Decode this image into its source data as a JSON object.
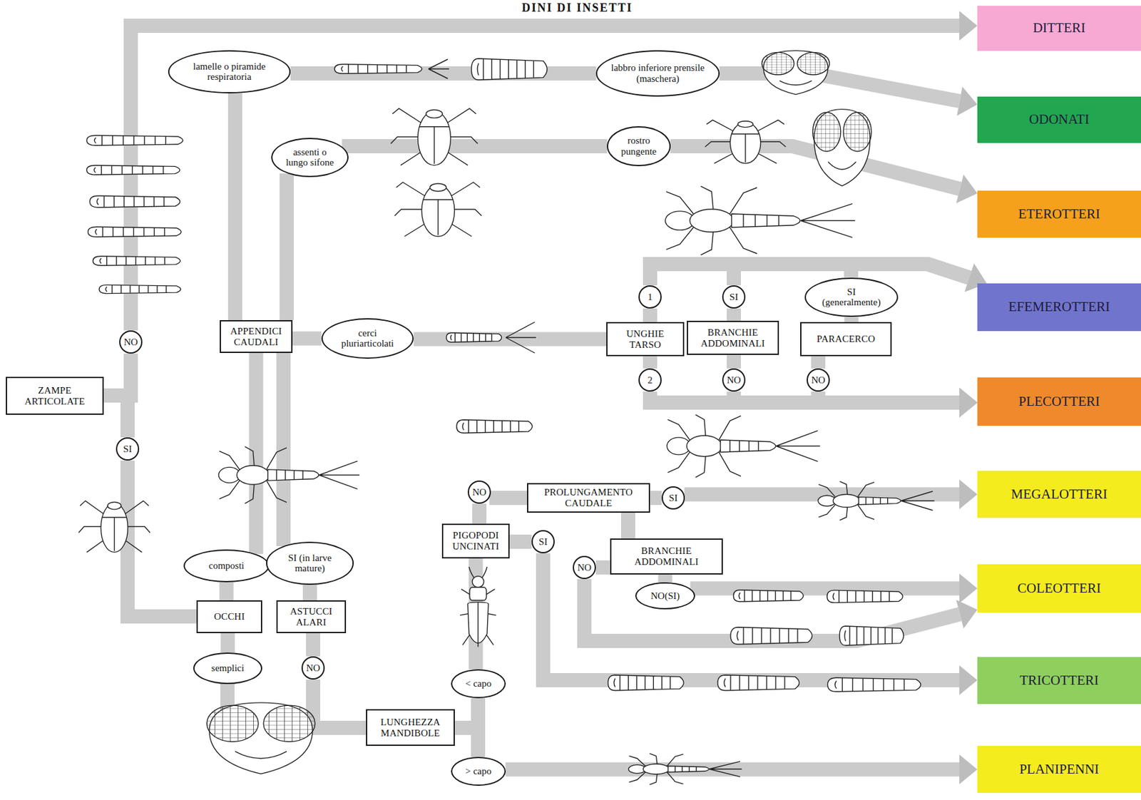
{
  "diagram": {
    "nodes": [
      {
        "text": [
          "lamelle o piramide respiratoria"
        ]
      },
      {
        "text": [
          "labbro inferiore prensile (maschera)"
        ]
      },
      {
        "text": [
          "DITTERI"
        ]
      },
      {
        "text": [
          "ODONATI"
        ]
      },
      {
        "text": [
          "rostro pungente"
        ]
      },
      {
        "text": [
          "assenti o lungo sifone"
        ]
      },
      {
        "text": [
          "ETEROTTERI"
        ]
      },
      {
        "text": [
          "SI (generalmente)"
        ]
      },
      {
        "text": [
          "1"
        ]
      },
      {
        "text": [
          "SI"
        ]
      },
      {
        "text": [
          "EFEMEROTTERI"
        ]
      },
      {
        "text": [
          "APPENDICI CAUDALI"
        ]
      },
      {
        "text": [
          "cerci pluriarticolati"
        ]
      },
      {
        "text": [
          "UNGHIE TARSO"
        ]
      },
      {
        "text": [
          "BRANCHIE ADDOMINALI"
        ]
      },
      {
        "text": [
          "PARACERCO"
        ]
      },
      {
        "text": [
          "NO"
        ]
      },
      {
        "text": [
          "2"
        ]
      },
      {
        "text": [
          "NO"
        ]
      },
      {
        "text": [
          "NO"
        ]
      },
      {
        "text": [
          "ZAMPE ARTICOLATE"
        ]
      },
      {
        "text": [
          "PLECOTTERI"
        ]
      },
      {
        "text": [
          "SI"
        ]
      },
      {
        "text": [
          "NO"
        ]
      },
      {
        "text": [
          "PROLUNGAMENTO CAUDALE"
        ]
      },
      {
        "text": [
          "SI"
        ]
      },
      {
        "text": [
          "MEGALOTTERI"
        ]
      },
      {
        "text": [
          "PIGOPODI UNCINATI"
        ]
      },
      {
        "text": [
          "SI"
        ]
      },
      {
        "text": [
          "BRANCHIE ADDOMINALI"
        ]
      },
      {
        "text": [
          "NO"
        ]
      },
      {
        "text": [
          "composti"
        ]
      },
      {
        "text": [
          "SI (in larve mature)"
        ]
      },
      {
        "text": [
          "NO(SI)"
        ]
      },
      {
        "text": [
          "COLEOTTERI"
        ]
      },
      {
        "text": [
          "OCCHI"
        ]
      },
      {
        "text": [
          "ASTUCCI ALARI"
        ]
      },
      {
        "text": [
          "semplici"
        ]
      },
      {
        "text": [
          "NO"
        ]
      },
      {
        "text": [
          "< capo"
        ]
      },
      {
        "text": [
          "TRICOTTERI"
        ]
      },
      {
        "text": [
          "LUNGHEZZA MANDIBOLE"
        ]
      },
      {
        "text": [
          "> capo"
        ]
      },
      {
        "text": [
          "PLANIPENNI"
        ]
      }
    ],
    "edges": [
      {
        "from": 20,
        "to": 16,
        "arrow": "none"
      },
      {
        "from": 16,
        "to": 2,
        "arrow": "to"
      },
      {
        "from": 20,
        "to": 22,
        "arrow": "none"
      },
      {
        "from": 22,
        "to": 35,
        "arrow": "none"
      },
      {
        "from": 35,
        "to": 31,
        "arrow": "none"
      },
      {
        "from": 36,
        "to": 32,
        "arrow": "none"
      },
      {
        "from": 31,
        "to": 11,
        "arrow": "none"
      },
      {
        "from": 32,
        "to": 11,
        "arrow": "none"
      },
      {
        "from": 11,
        "to": 0,
        "arrow": "none"
      },
      {
        "from": 0,
        "to": 1,
        "arrow": "none"
      },
      {
        "from": 1,
        "to": 3,
        "arrow": "to"
      },
      {
        "from": 11,
        "to": 5,
        "arrow": "none"
      },
      {
        "from": 5,
        "to": 4,
        "arrow": "none"
      },
      {
        "from": 4,
        "to": 6,
        "arrow": "to"
      },
      {
        "from": 11,
        "to": 12,
        "arrow": "none"
      },
      {
        "from": 12,
        "to": 13,
        "arrow": "none"
      },
      {
        "from": 13,
        "to": 8,
        "arrow": "none"
      },
      {
        "from": 14,
        "to": 9,
        "arrow": "none"
      },
      {
        "from": 15,
        "to": 7,
        "arrow": "none"
      },
      {
        "from": 8,
        "to": 10,
        "arrow": "to"
      },
      {
        "from": 9,
        "to": 10,
        "arrow": "to"
      },
      {
        "from": 7,
        "to": 10,
        "arrow": "to"
      },
      {
        "from": 13,
        "to": 17,
        "arrow": "none"
      },
      {
        "from": 14,
        "to": 18,
        "arrow": "none"
      },
      {
        "from": 15,
        "to": 19,
        "arrow": "none"
      },
      {
        "from": 17,
        "to": 21,
        "arrow": "to"
      },
      {
        "from": 18,
        "to": 21,
        "arrow": "to"
      },
      {
        "from": 19,
        "to": 21,
        "arrow": "to"
      },
      {
        "from": 27,
        "to": 23,
        "arrow": "none"
      },
      {
        "from": 23,
        "to": 24,
        "arrow": "none"
      },
      {
        "from": 24,
        "to": 25,
        "arrow": "none"
      },
      {
        "from": 25,
        "to": 26,
        "arrow": "to"
      },
      {
        "from": 24,
        "to": 29,
        "arrow": "none"
      },
      {
        "from": 29,
        "to": 33,
        "arrow": "none"
      },
      {
        "from": 33,
        "to": 34,
        "arrow": "to"
      },
      {
        "from": 29,
        "to": 30,
        "arrow": "none"
      },
      {
        "from": 30,
        "to": 34,
        "arrow": "to"
      },
      {
        "from": 27,
        "to": 28,
        "arrow": "none"
      },
      {
        "from": 28,
        "to": 40,
        "arrow": "to"
      },
      {
        "from": 35,
        "to": 37,
        "arrow": "none"
      },
      {
        "from": 36,
        "to": 38,
        "arrow": "none"
      },
      {
        "from": 37,
        "to": 41,
        "arrow": "none"
      },
      {
        "from": 38,
        "to": 41,
        "arrow": "none"
      },
      {
        "from": 41,
        "to": 39,
        "arrow": "none"
      },
      {
        "from": 41,
        "to": 42,
        "arrow": "none"
      },
      {
        "from": 39,
        "to": 27,
        "arrow": "none"
      },
      {
        "from": 42,
        "to": 43,
        "arrow": "to"
      }
    ],
    "labels": [
      "DINI DI INSETTI"
    ]
  }
}
